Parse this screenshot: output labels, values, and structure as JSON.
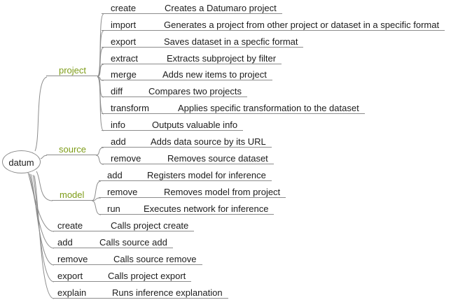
{
  "colors": {
    "line": "#8c8c8c",
    "branch_label": "#7d9c17",
    "text": "#1c1c1c",
    "background": "#ffffff"
  },
  "root": {
    "label": "datum"
  },
  "branches": {
    "project": {
      "label": "project",
      "children": [
        {
          "cmd": "create",
          "desc": "Creates a Datumaro project"
        },
        {
          "cmd": "import",
          "desc": "Generates a project from other project or dataset in a specific format"
        },
        {
          "cmd": "export",
          "desc": "Saves dataset in a specfic format"
        },
        {
          "cmd": "extract",
          "desc": "Extracts subproject by filter"
        },
        {
          "cmd": "merge",
          "desc": "Adds new items to project"
        },
        {
          "cmd": "diff",
          "desc": "Compares two projects"
        },
        {
          "cmd": "transform",
          "desc": "Applies specific transformation to the dataset"
        },
        {
          "cmd": "info",
          "desc": "Outputs valuable info"
        }
      ]
    },
    "source": {
      "label": "source",
      "children": [
        {
          "cmd": "add",
          "desc": "Adds data source by its URL"
        },
        {
          "cmd": "remove",
          "desc": "Removes source dataset"
        }
      ]
    },
    "model": {
      "label": "model",
      "children": [
        {
          "cmd": "add",
          "desc": "Registers model for inference"
        },
        {
          "cmd": "remove",
          "desc": "Removes model from project"
        },
        {
          "cmd": "run",
          "desc": "Executes network for inference"
        }
      ]
    },
    "direct": [
      {
        "cmd": "create",
        "desc": "Calls project create"
      },
      {
        "cmd": "add",
        "desc": "Calls source add"
      },
      {
        "cmd": "remove",
        "desc": "Calls source remove"
      },
      {
        "cmd": "export",
        "desc": "Calls project export"
      },
      {
        "cmd": "explain",
        "desc": "Runs inference explanation"
      }
    ]
  }
}
